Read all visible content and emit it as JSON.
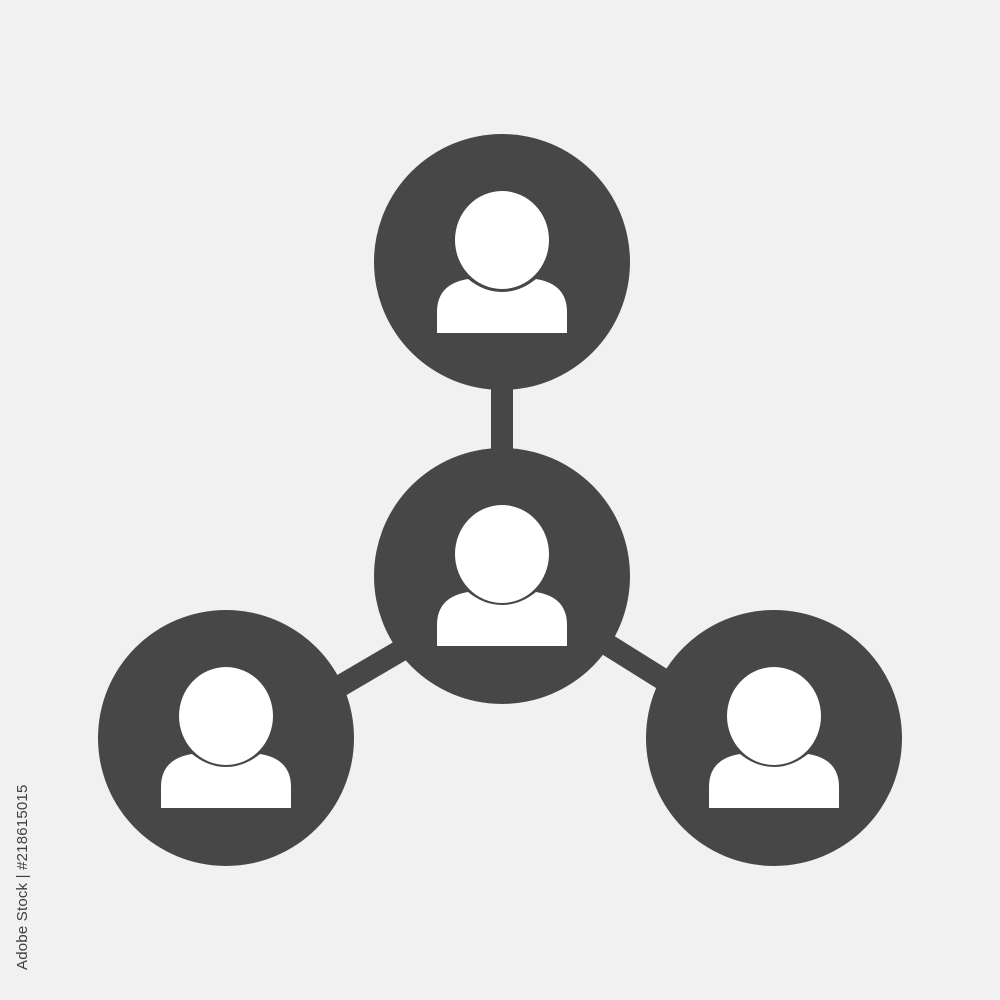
{
  "colors": {
    "background": "#f1f1f1",
    "icon": "#474747",
    "person": "#ffffff"
  },
  "network": {
    "nodes": [
      {
        "name": "user-node-top",
        "icon": "user-icon"
      },
      {
        "name": "user-node-center",
        "icon": "user-icon"
      },
      {
        "name": "user-node-left",
        "icon": "user-icon"
      },
      {
        "name": "user-node-right",
        "icon": "user-icon"
      }
    ]
  },
  "watermark": {
    "id_text": "Adobe Stock | #218615015"
  }
}
